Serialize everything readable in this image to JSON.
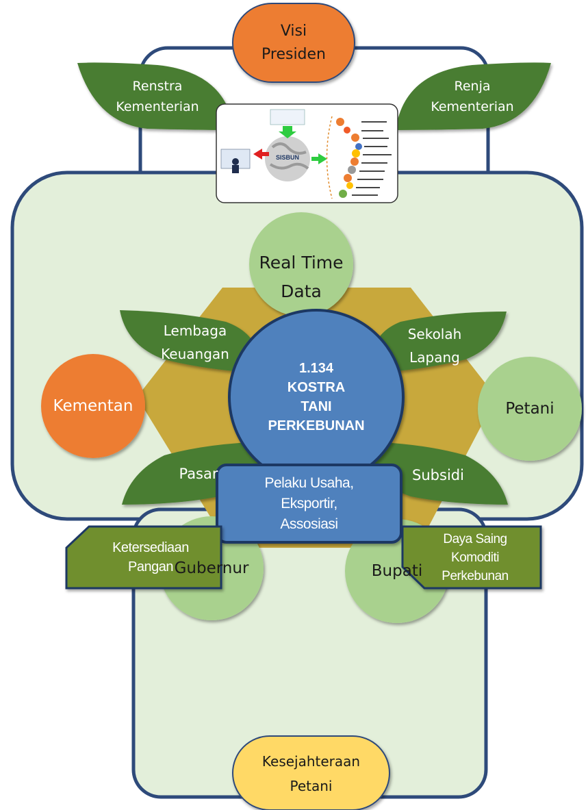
{
  "top": {
    "visi_presiden": "Visi\nPresiden",
    "renstra": "Renstra\nKementerian",
    "renja": "Renja\nKementerian",
    "sisbun_label": "SISBUN"
  },
  "center": {
    "main": "1.134\nKOSTRA\nTANI\nPERKEBUNAN",
    "real_time_data": "Real Time\nData",
    "lembaga_keuangan": "Lembaga\nKeuangan",
    "sekolah_lapang": "Sekolah\nLapang",
    "kementan": "Kementan",
    "petani": "Petani",
    "pasar": "Pasar",
    "subsidi": "Subsidi",
    "gubernur": "Gubernur",
    "bupati": "Bupati"
  },
  "bottom": {
    "pelaku_usaha": "Pelaku Usaha,\nEksportir,\nAssosiasi",
    "ketersediaan": "Ketersediaan\nPangan",
    "daya_saing": "Daya Saing\nKomoditi\nPerkebunan",
    "kesejahteraan": "Kesejahteraan\nPetani"
  },
  "colors": {
    "frame_border": "#2e4a7a",
    "panel_fill": "#e3efda",
    "hexagon": "#c8a83c",
    "leaf_green": "#4a7d32",
    "circle_light_green": "#a9d18e",
    "orange": "#ed7d31",
    "blue": "#4f81bd",
    "olive_box": "#6f8f2f",
    "yellow": "#ffd966"
  }
}
